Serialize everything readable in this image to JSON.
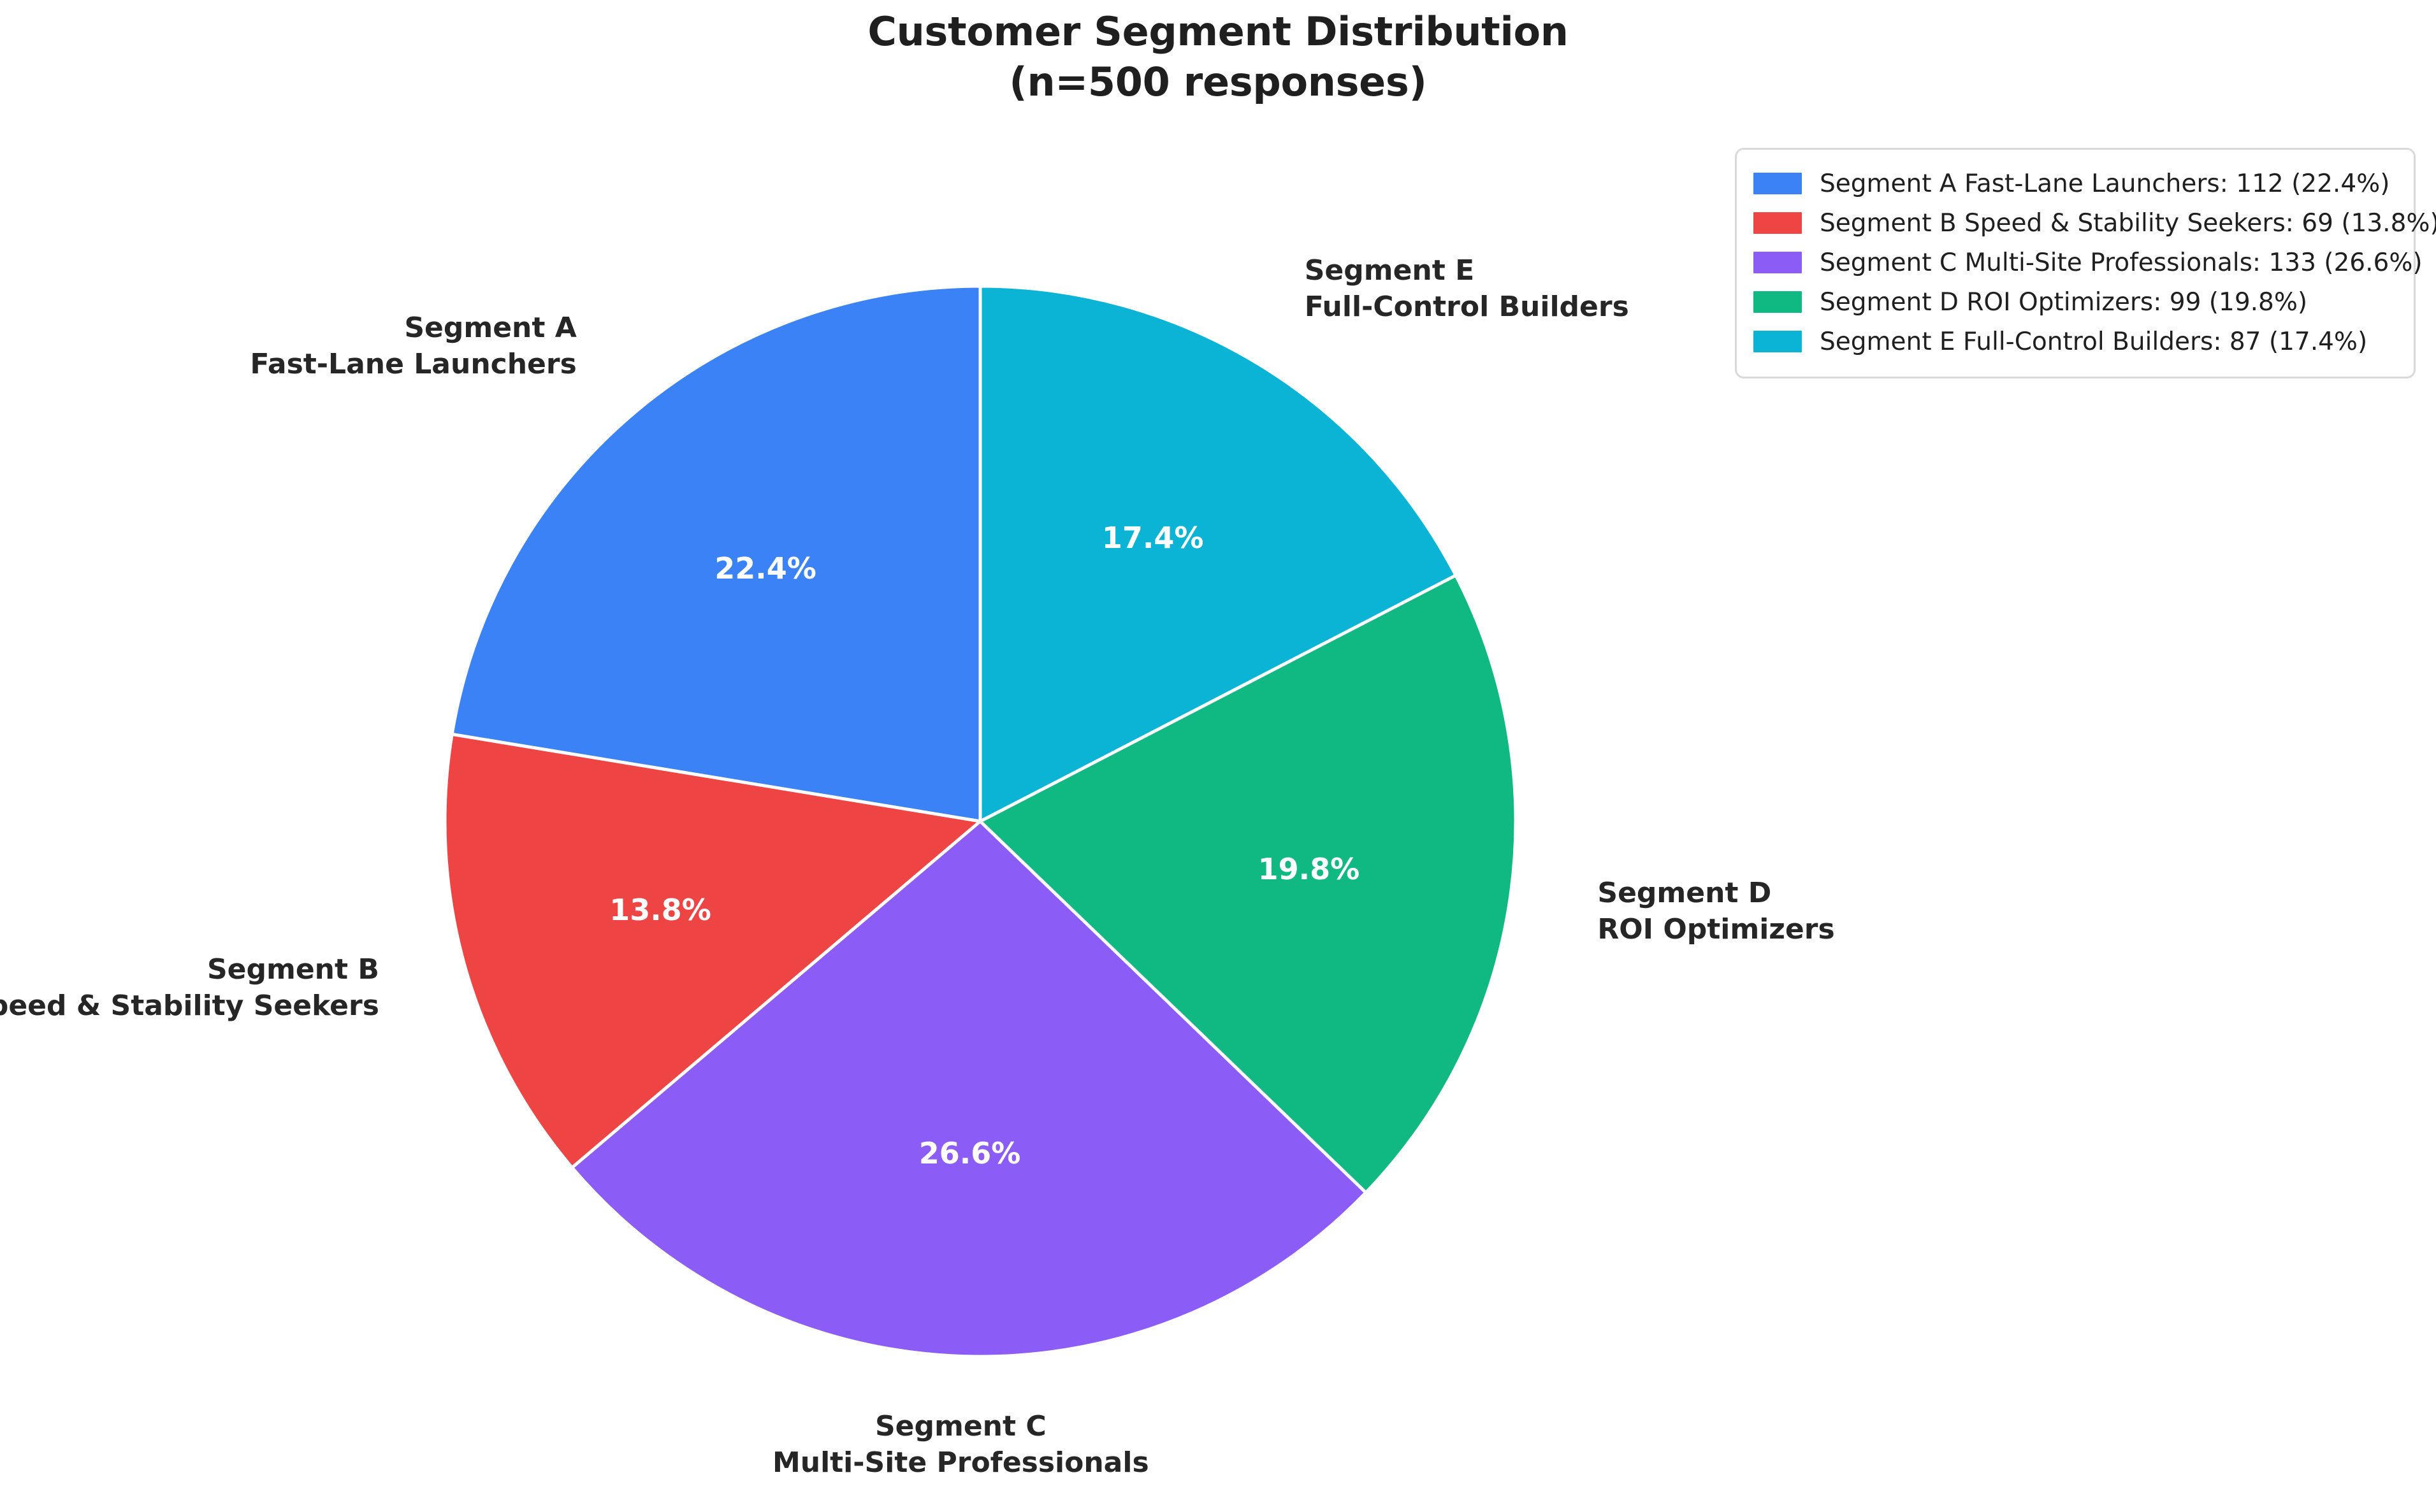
{
  "chart_data": {
    "type": "pie",
    "title": "Customer Segment Distribution",
    "subtitle": "(n=500 responses)",
    "total_responses": 500,
    "start_angle_deg": 90,
    "direction": "counterclockwise",
    "categories": [
      "Segment A Fast-Lane Launchers",
      "Segment B Speed & Stability Seekers",
      "Segment C Multi-Site Professionals",
      "Segment D ROI Optimizers",
      "Segment E Full-Control Builders"
    ],
    "values": [
      112,
      69,
      133,
      99,
      87
    ],
    "percentages": [
      22.4,
      13.8,
      26.6,
      19.8,
      17.4
    ],
    "colors": [
      "#3b82f6",
      "#ef4444",
      "#8b5cf6",
      "#10b981",
      "#0bb4d4"
    ],
    "legend_position": "upper right",
    "slices": [
      {
        "key": "a",
        "legend_label": "Segment A Fast-Lane Launchers: 112 (22.4%)",
        "outer_line1": "Segment A",
        "outer_line2": "Fast-Lane Launchers",
        "pct_label": "22.4%",
        "value": 112,
        "percent": 22.4,
        "color": "#3b82f6"
      },
      {
        "key": "b",
        "legend_label": "Segment B Speed & Stability Seekers: 69 (13.8%)",
        "outer_line1": "Segment B",
        "outer_line2": "Speed & Stability Seekers",
        "pct_label": "13.8%",
        "value": 69,
        "percent": 13.8,
        "color": "#ef4444"
      },
      {
        "key": "c",
        "legend_label": "Segment C Multi-Site Professionals: 133 (26.6%)",
        "outer_line1": "Segment C",
        "outer_line2": "Multi-Site Professionals",
        "pct_label": "26.6%",
        "value": 133,
        "percent": 26.6,
        "color": "#8b5cf6"
      },
      {
        "key": "d",
        "legend_label": "Segment D ROI Optimizers: 99 (19.8%)",
        "outer_line1": "Segment D",
        "outer_line2": "ROI Optimizers",
        "pct_label": "19.8%",
        "value": 99,
        "percent": 19.8,
        "color": "#10b981"
      },
      {
        "key": "e",
        "legend_label": "Segment E Full-Control Builders: 87 (17.4%)",
        "outer_line1": "Segment E",
        "outer_line2": "Full-Control Builders",
        "pct_label": "17.4%",
        "value": 87,
        "percent": 17.4,
        "color": "#0bb4d4"
      }
    ]
  }
}
